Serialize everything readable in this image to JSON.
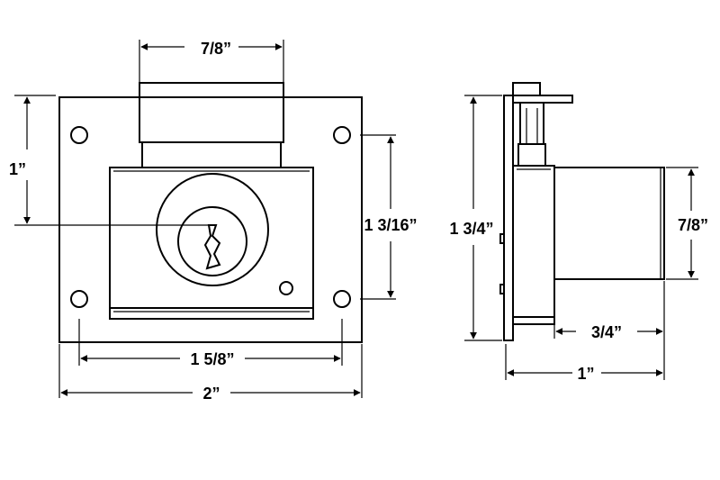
{
  "diagram": {
    "front_view": {
      "dims": {
        "cylinder_width": "7/8”",
        "height_left": "1”",
        "hole_spacing_vertical": "1 3/16”",
        "hole_spacing_horizontal": "1 5/8”",
        "overall_width": "2”"
      }
    },
    "side_view": {
      "dims": {
        "overall_height": "1 3/4”",
        "cylinder_diameter": "7/8”",
        "cylinder_length": "3/4”",
        "overall_depth": "1”"
      }
    }
  }
}
